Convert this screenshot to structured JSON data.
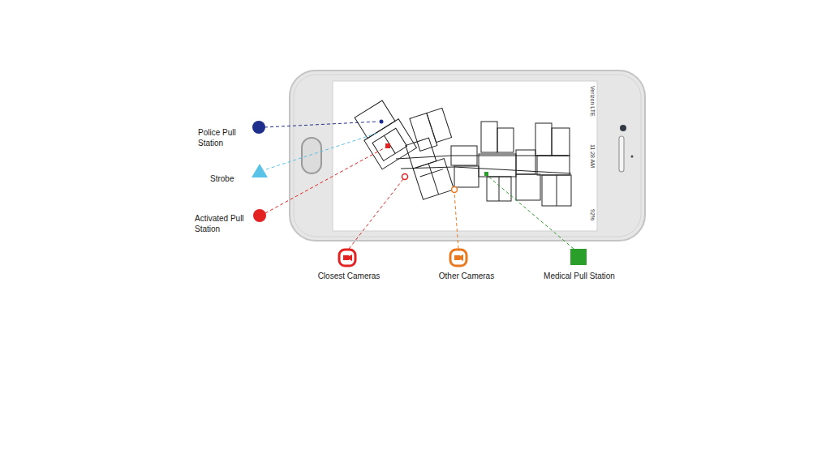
{
  "diagram": {
    "labels": [
      "Police Pull Station",
      "Strobe",
      "Activated Pull Station",
      "Closest Cameras",
      "Other Cameras",
      "Medical Pull Station",
      "Verizon LTE",
      "11:28 AM",
      "92%"
    ]
  }
}
